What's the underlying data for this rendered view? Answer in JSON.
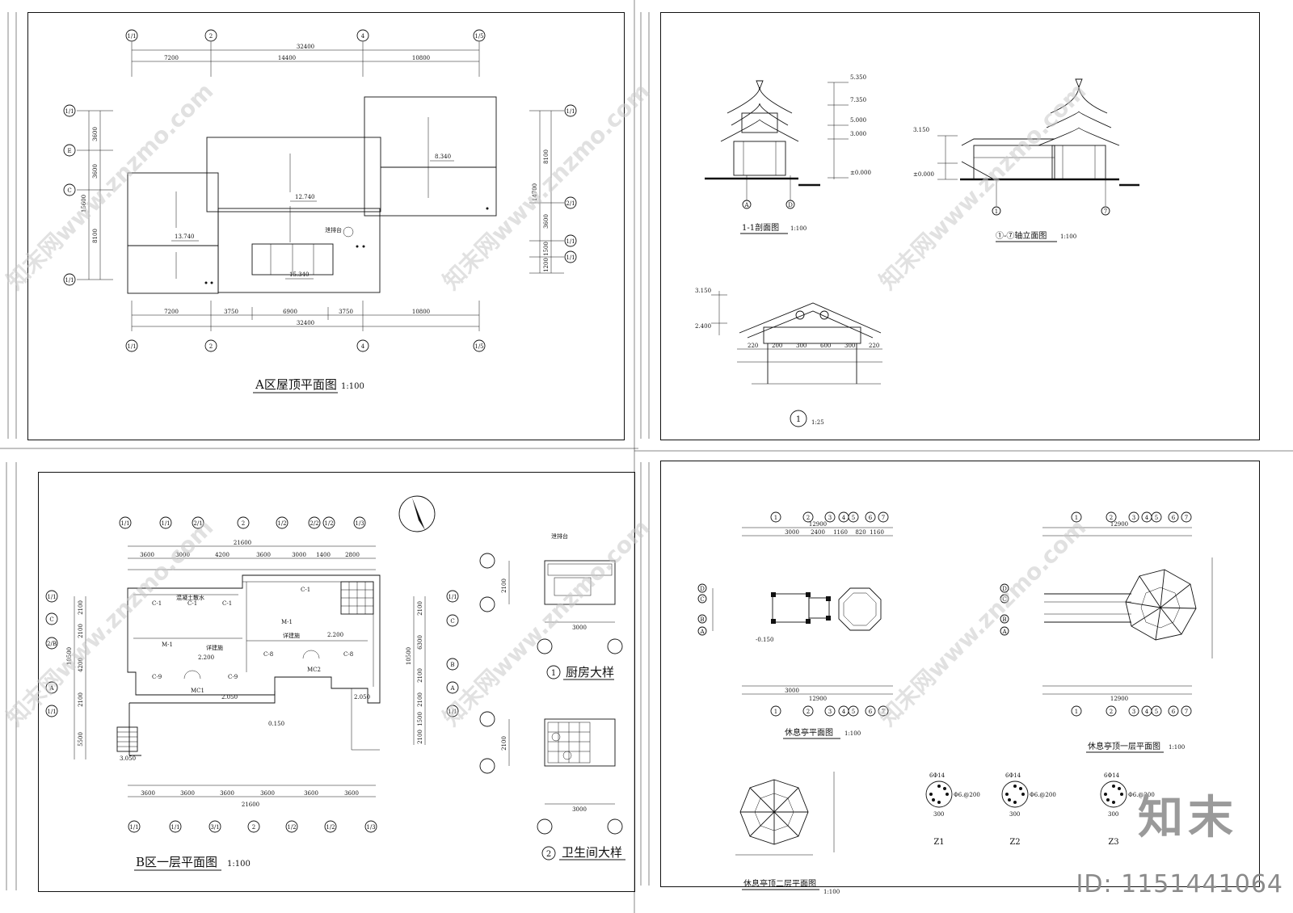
{
  "sheets": {
    "roof_plan_a": {
      "title": "A区屋顶平面图",
      "scale": "1:100",
      "axes_top": [
        "1/1",
        "2",
        "4",
        "1/5"
      ],
      "axes_left": [
        "1/1",
        "E",
        "C",
        "1/1"
      ],
      "axes_right": [
        "1/1",
        "2/1",
        "1/1",
        "1/1"
      ],
      "dims_top_total": "32400",
      "dims_top": [
        "7200",
        "14400",
        "10800"
      ],
      "dims_bottom": [
        "7200",
        "3750",
        "6900",
        "3750",
        "10800"
      ],
      "dims_bottom_total": "32400",
      "dims_left": [
        "3600",
        "3600",
        "8100"
      ],
      "dims_left_total": "15600",
      "dims_right": [
        "8100",
        "3600",
        "1500",
        "1200"
      ],
      "dims_right_total": "14700",
      "elevations": [
        "8.340",
        "12.740",
        "13.740",
        "15.340"
      ],
      "note": "泄排台"
    },
    "pavilion_elevations": {
      "section_title": "1-1剖面图",
      "section_scale": "1:100",
      "elevation_title": "①-⑦轴立面图",
      "elevation_scale": "1:100",
      "detail_number": "1",
      "detail_scale": "1:25",
      "section_axes": [
        "A",
        "D"
      ],
      "elevation_axes": [
        "1",
        "7"
      ],
      "level_marks": [
        "5.350",
        "7.350",
        "5.000",
        "3.000",
        "±0.000",
        "3.150",
        "2.400"
      ],
      "detail_dims": [
        "220",
        "200",
        "300",
        "600",
        "300",
        "220"
      ]
    },
    "floor_plan_b": {
      "title": "B区一层平面图",
      "scale": "1:100",
      "axes_top": [
        "1/1",
        "1/1",
        "2/1",
        "2",
        "1/2",
        "2/2",
        "1/2",
        "1/3"
      ],
      "axes_bottom": [
        "1/1",
        "1/1",
        "3/1",
        "2",
        "1/2",
        "1/2",
        "1/3"
      ],
      "axes_left": [
        "1/1",
        "C",
        "2/B",
        "A",
        "1/1"
      ],
      "axes_right": [
        "1/1",
        "C",
        "B",
        "A",
        "1/1"
      ],
      "dims_top_total": "21600",
      "dims_top": [
        "3600",
        "3000",
        "4200",
        "3600",
        "3000",
        "1400",
        "2800"
      ],
      "dims_bottom": [
        "3600",
        "3600",
        "3600",
        "3600",
        "3600",
        "3600"
      ],
      "dims_bottom_total": "21600",
      "dims_left": [
        "2100",
        "2100",
        "4200",
        "2100",
        "5500"
      ],
      "dims_left_total": "10500",
      "dims_right": [
        "2100",
        "6300",
        "2100",
        "2100",
        "1500",
        "2100"
      ],
      "dims_right_total": "10500",
      "windows": [
        "C-1",
        "C-1",
        "C-1",
        "C-1",
        "C-8",
        "C-8",
        "C-9",
        "C-9"
      ],
      "doors": [
        "M-1",
        "M-1",
        "MC1",
        "MC2"
      ],
      "levels": [
        "2.200",
        "2.200",
        "2.050",
        "2.050",
        "0.150",
        "3.050"
      ],
      "notes": [
        "混凝土散水",
        "详建施",
        "详建施"
      ],
      "detail_kitchen": "厨房大样",
      "detail_kitchen_no": "1",
      "detail_toilet": "卫生间大样",
      "detail_toilet_no": "2",
      "detail_dims": [
        "2100",
        "3000",
        "3000"
      ],
      "detail_note": "泄排台"
    },
    "rest_pavilion": {
      "plan_title": "休息亭平面图",
      "plan_scale": "1:100",
      "roof1_title": "休息亭顶一层平面图",
      "roof1_scale": "1:100",
      "roof2_title": "休息亭顶二层平面图",
      "roof2_scale": "1:100",
      "axes_top": [
        "1",
        "2",
        "3",
        "4",
        "5",
        "6",
        "7"
      ],
      "axes_left": [
        "D",
        "C",
        "B",
        "A"
      ],
      "dim_total": "12900",
      "dims": [
        "3000",
        "2400",
        "1160",
        "820",
        "1160"
      ],
      "level": "-0.150",
      "columns": [
        "Z1",
        "Z2",
        "Z3"
      ],
      "column_notes": [
        "6Φ14",
        "Φ6.@200"
      ],
      "column_size": "300"
    }
  },
  "watermark": {
    "text": "知末网www.znzmo.com"
  },
  "brand": {
    "logo": "知末",
    "id_text": "ID: 1151441064"
  }
}
